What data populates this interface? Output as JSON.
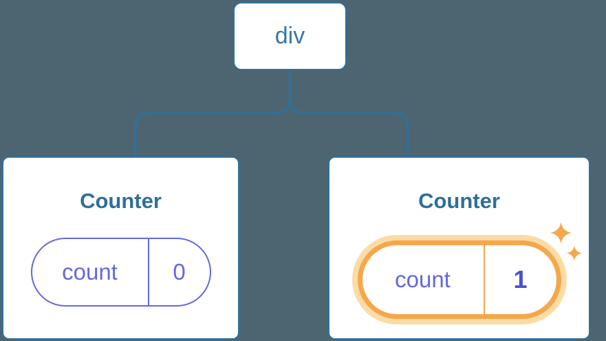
{
  "tree": {
    "root": {
      "label": "div"
    },
    "children": [
      {
        "title": "Counter",
        "state_key": "count",
        "state_value": "0",
        "highlighted": false
      },
      {
        "title": "Counter",
        "state_key": "count",
        "state_value": "1",
        "highlighted": true
      }
    ]
  },
  "icons": {
    "sparkle_big": "sparkle-icon",
    "sparkle_small": "sparkle-icon"
  },
  "colors": {
    "background": "#4C6570",
    "line": "#2E709F",
    "blue_text": "#3878A4",
    "title_text": "#2F6F98",
    "purple": "#6468DC",
    "purple_bold": "#4A50D0",
    "orange": "#F5A74A",
    "halo": "#FBDCA6",
    "card_bg": "#FFFFFF"
  }
}
